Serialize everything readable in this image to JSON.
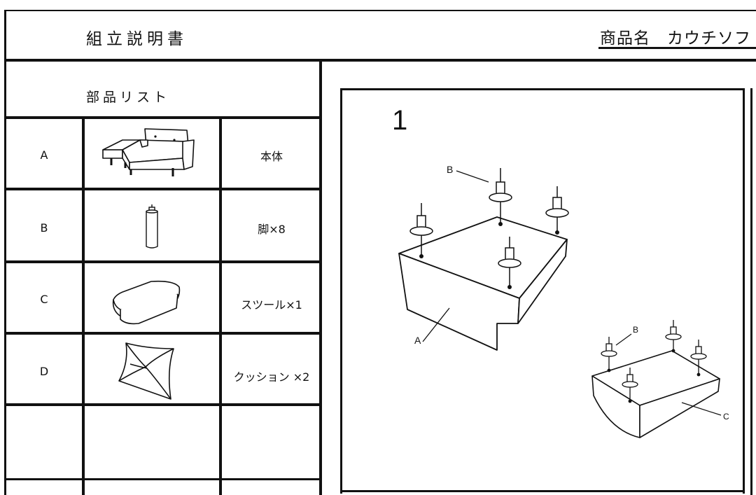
{
  "header": {
    "title": "組立説明書",
    "product_label": "商品名　カウチソフ"
  },
  "parts_list": {
    "title": "部品リスト",
    "rows": [
      {
        "letter": "A",
        "name": "本体",
        "icon": "sofa-body-icon"
      },
      {
        "letter": "B",
        "name": "脚×8",
        "icon": "leg-icon"
      },
      {
        "letter": "C",
        "name": "スツール×1",
        "icon": "stool-icon"
      },
      {
        "letter": "D",
        "name": "クッション ×2",
        "icon": "cushion-icon"
      },
      {
        "letter": "",
        "name": "",
        "icon": ""
      }
    ]
  },
  "step": {
    "number": "1",
    "labels": {
      "b_main": "B",
      "a_main": "A",
      "b_small": "B",
      "c_small": "C"
    }
  }
}
